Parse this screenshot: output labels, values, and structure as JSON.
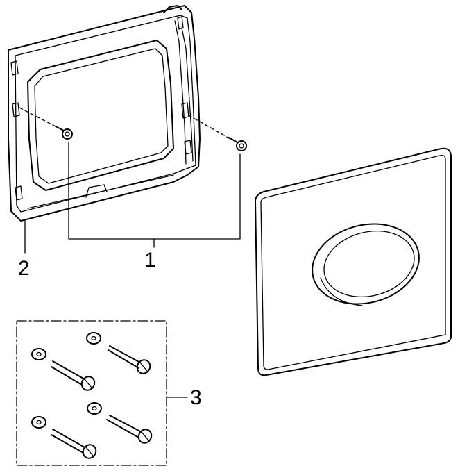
{
  "callouts": {
    "screws": "1",
    "frame": "2",
    "fixing_set": "3"
  },
  "icons": {
    "mounting_frame": "mounting-frame-icon",
    "cover_plate": "flush-cover-plate-icon",
    "screw": "screw-icon",
    "washer": "washer-icon"
  },
  "colors": {
    "line": "#000000",
    "background": "#ffffff"
  }
}
